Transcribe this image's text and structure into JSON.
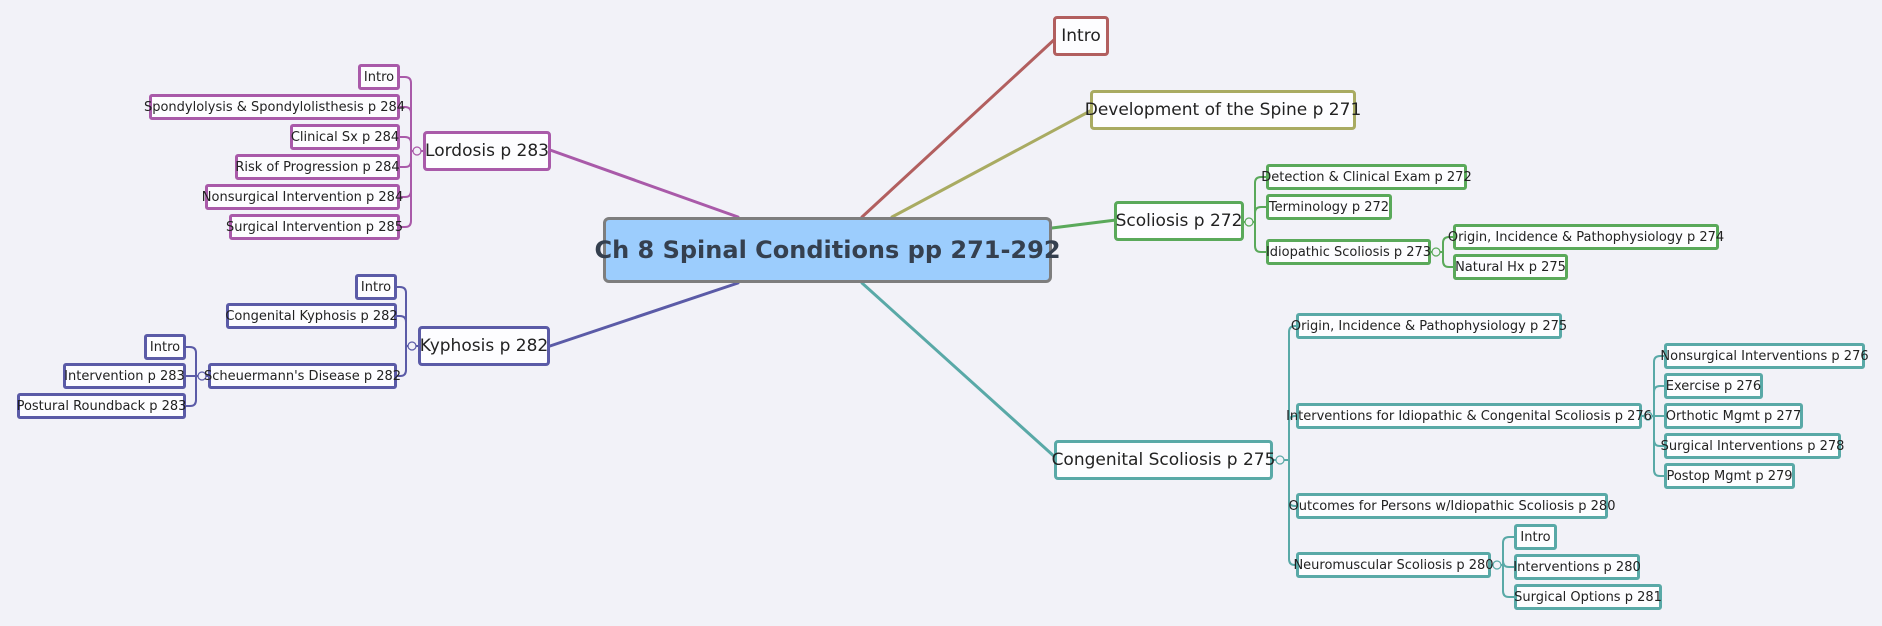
{
  "root": "Ch 8 Spinal Conditions pp 271-292",
  "colors": {
    "canvas": "#f2f2f8",
    "root_fill": "#9ccdfd",
    "red": "#b25f5f",
    "olive": "#a9ab62",
    "green": "#5aa95a",
    "teal": "#59a9a7",
    "purple": "#a95aa9",
    "indigo": "#5b5ba7"
  },
  "branches": {
    "intro": "Intro",
    "development": "Development of the Spine p 271",
    "scoliosis": {
      "label": "Scoliosis p 272",
      "children": {
        "detection": "Detection & Clinical Exam p 272",
        "terminology": "Terminology p 272",
        "idiopathic": {
          "label": "Idiopathic Scoliosis p 273",
          "children": {
            "origin": "Origin, Incidence & Pathophysiology p 274",
            "natural_hx": "Natural Hx p 275"
          }
        }
      }
    },
    "congenital": {
      "label": "Congenital Scoliosis p 275",
      "children": {
        "origin": "Origin, Incidence & Pathophysiology p 275",
        "interventions": {
          "label": "Interventions for Idiopathic & Congenital Scoliosis p 276",
          "children": {
            "nonsurgical": "Nonsurgical Interventions p 276",
            "exercise": "Exercise p 276",
            "orthotic": "Orthotic Mgmt p 277",
            "surgical": "Surgical Interventions p 278",
            "postop": "Postop Mgmt p 279"
          }
        },
        "outcomes": "Outcomes for Persons w/Idiopathic Scoliosis p 280",
        "neuromuscular": {
          "label": "Neuromuscular Scoliosis p 280",
          "children": {
            "intro": "Intro",
            "interventions": "Interventions p 280",
            "surgical_options": "Surgical Options p 281"
          }
        }
      }
    },
    "lordosis": {
      "label": "Lordosis p 283",
      "children": {
        "intro": "Intro",
        "spondylolysis": "Spondylolysis & Spondylolisthesis p 284",
        "clinical_sx": "Clinical Sx p 284",
        "risk": "Risk of Progression p 284",
        "nonsurgical": "Nonsurgical Intervention p 284",
        "surgical": "Surgical Intervention p 285"
      }
    },
    "kyphosis": {
      "label": "Kyphosis p 282",
      "children": {
        "intro": "Intro",
        "congenital": "Congenital Kyphosis p 282",
        "scheuermann": {
          "label": "Scheuermann's Disease p 282",
          "children": {
            "intro": "Intro",
            "intervention": "Intervention p 283",
            "postural": "Postural Roundback p 283"
          }
        }
      }
    }
  }
}
